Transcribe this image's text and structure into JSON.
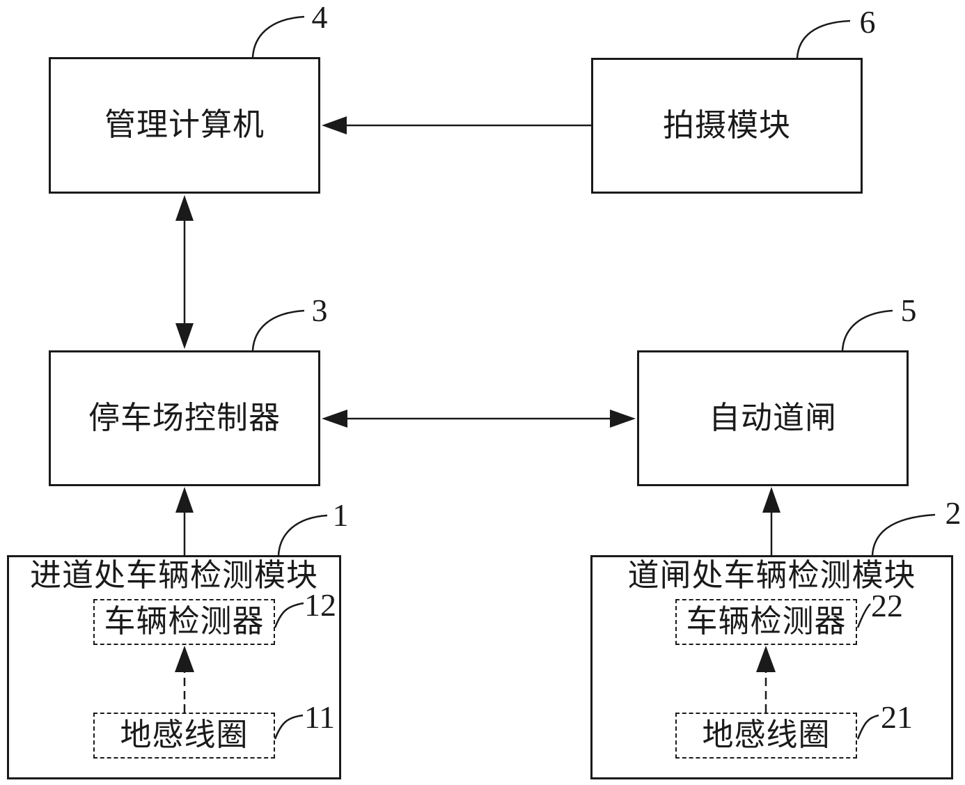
{
  "figure": {
    "background_color": "#ffffff",
    "ink_color": "#1a1a1a",
    "nodes": {
      "management_computer": {
        "label": "管理计算机",
        "ref": "4"
      },
      "camera_module": {
        "label": "拍摄模块",
        "ref": "6"
      },
      "parking_controller": {
        "label": "停车场控制器",
        "ref": "3"
      },
      "auto_barrier": {
        "label": "自动道闸",
        "ref": "5"
      },
      "entrance_detection_module": {
        "label": "进道处车辆检测模块",
        "ref": "1"
      },
      "entrance_vehicle_detector": {
        "label": "车辆检测器",
        "ref": "12"
      },
      "entrance_ground_coil": {
        "label": "地感线圈",
        "ref": "11"
      },
      "gate_detection_module": {
        "label": "道闸处车辆检测模块",
        "ref": "2"
      },
      "gate_vehicle_detector": {
        "label": "车辆检测器",
        "ref": "22"
      },
      "gate_ground_coil": {
        "label": "地感线圈",
        "ref": "21"
      }
    }
  }
}
